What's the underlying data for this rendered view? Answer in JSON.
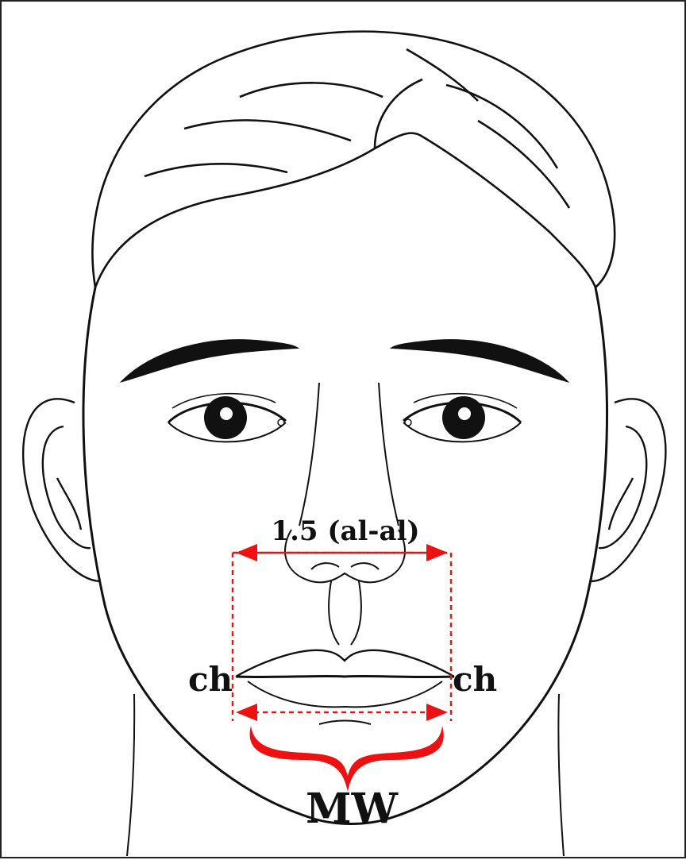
{
  "figure": {
    "labels": {
      "ratio": "1.5 (al-al)",
      "cheilion_left": "ch",
      "cheilion_right": "ch",
      "mouth_width": "MW"
    },
    "colors": {
      "line": "#111111",
      "annotation": "#ee1111"
    }
  }
}
